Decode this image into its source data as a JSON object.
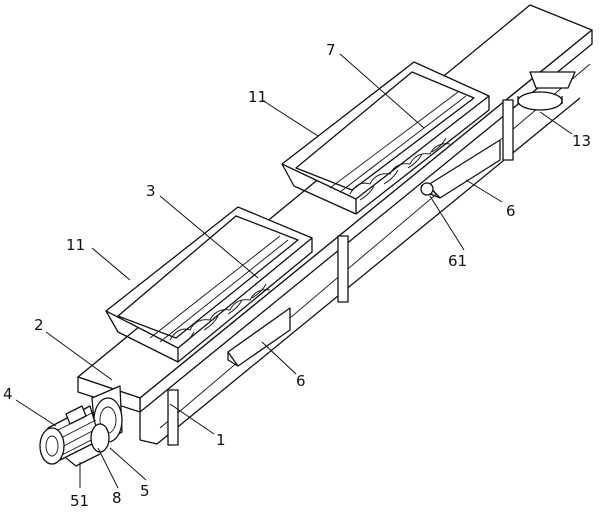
{
  "labels": {
    "part_1": "1",
    "part_2": "2",
    "part_3": "3",
    "part_4": "4",
    "part_5": "5",
    "part_51": "51",
    "part_6a": "6",
    "part_6b": "6",
    "part_61": "61",
    "part_7": "7",
    "part_8": "8",
    "part_11a": "11",
    "part_11b": "11",
    "part_13": "13"
  }
}
